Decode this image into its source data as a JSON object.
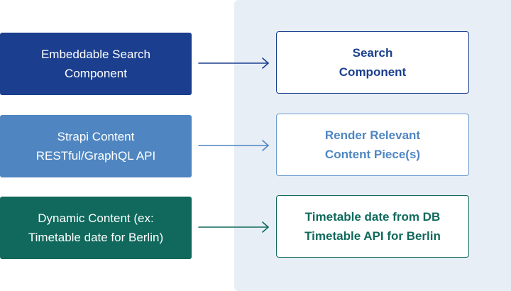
{
  "sources": [
    {
      "lines": [
        "Embeddable Search",
        "Component"
      ]
    },
    {
      "lines": [
        "Strapi Content",
        "RESTful/GraphQL API"
      ]
    },
    {
      "lines": [
        "Dynamic Content (ex:",
        "Timetable date for Berlin)"
      ]
    }
  ],
  "targets": [
    {
      "lines": [
        "Search",
        "Component"
      ]
    },
    {
      "lines": [
        "Render Relevant",
        "Content Piece(s)"
      ]
    },
    {
      "lines": [
        "Timetable date from DB",
        "Timetable API for Berlin"
      ]
    }
  ],
  "colors": {
    "navy": "#1b3f8e",
    "steel_blue": "#4f86c1",
    "teal": "#10695c",
    "panel_bg": "#e8eef6"
  }
}
